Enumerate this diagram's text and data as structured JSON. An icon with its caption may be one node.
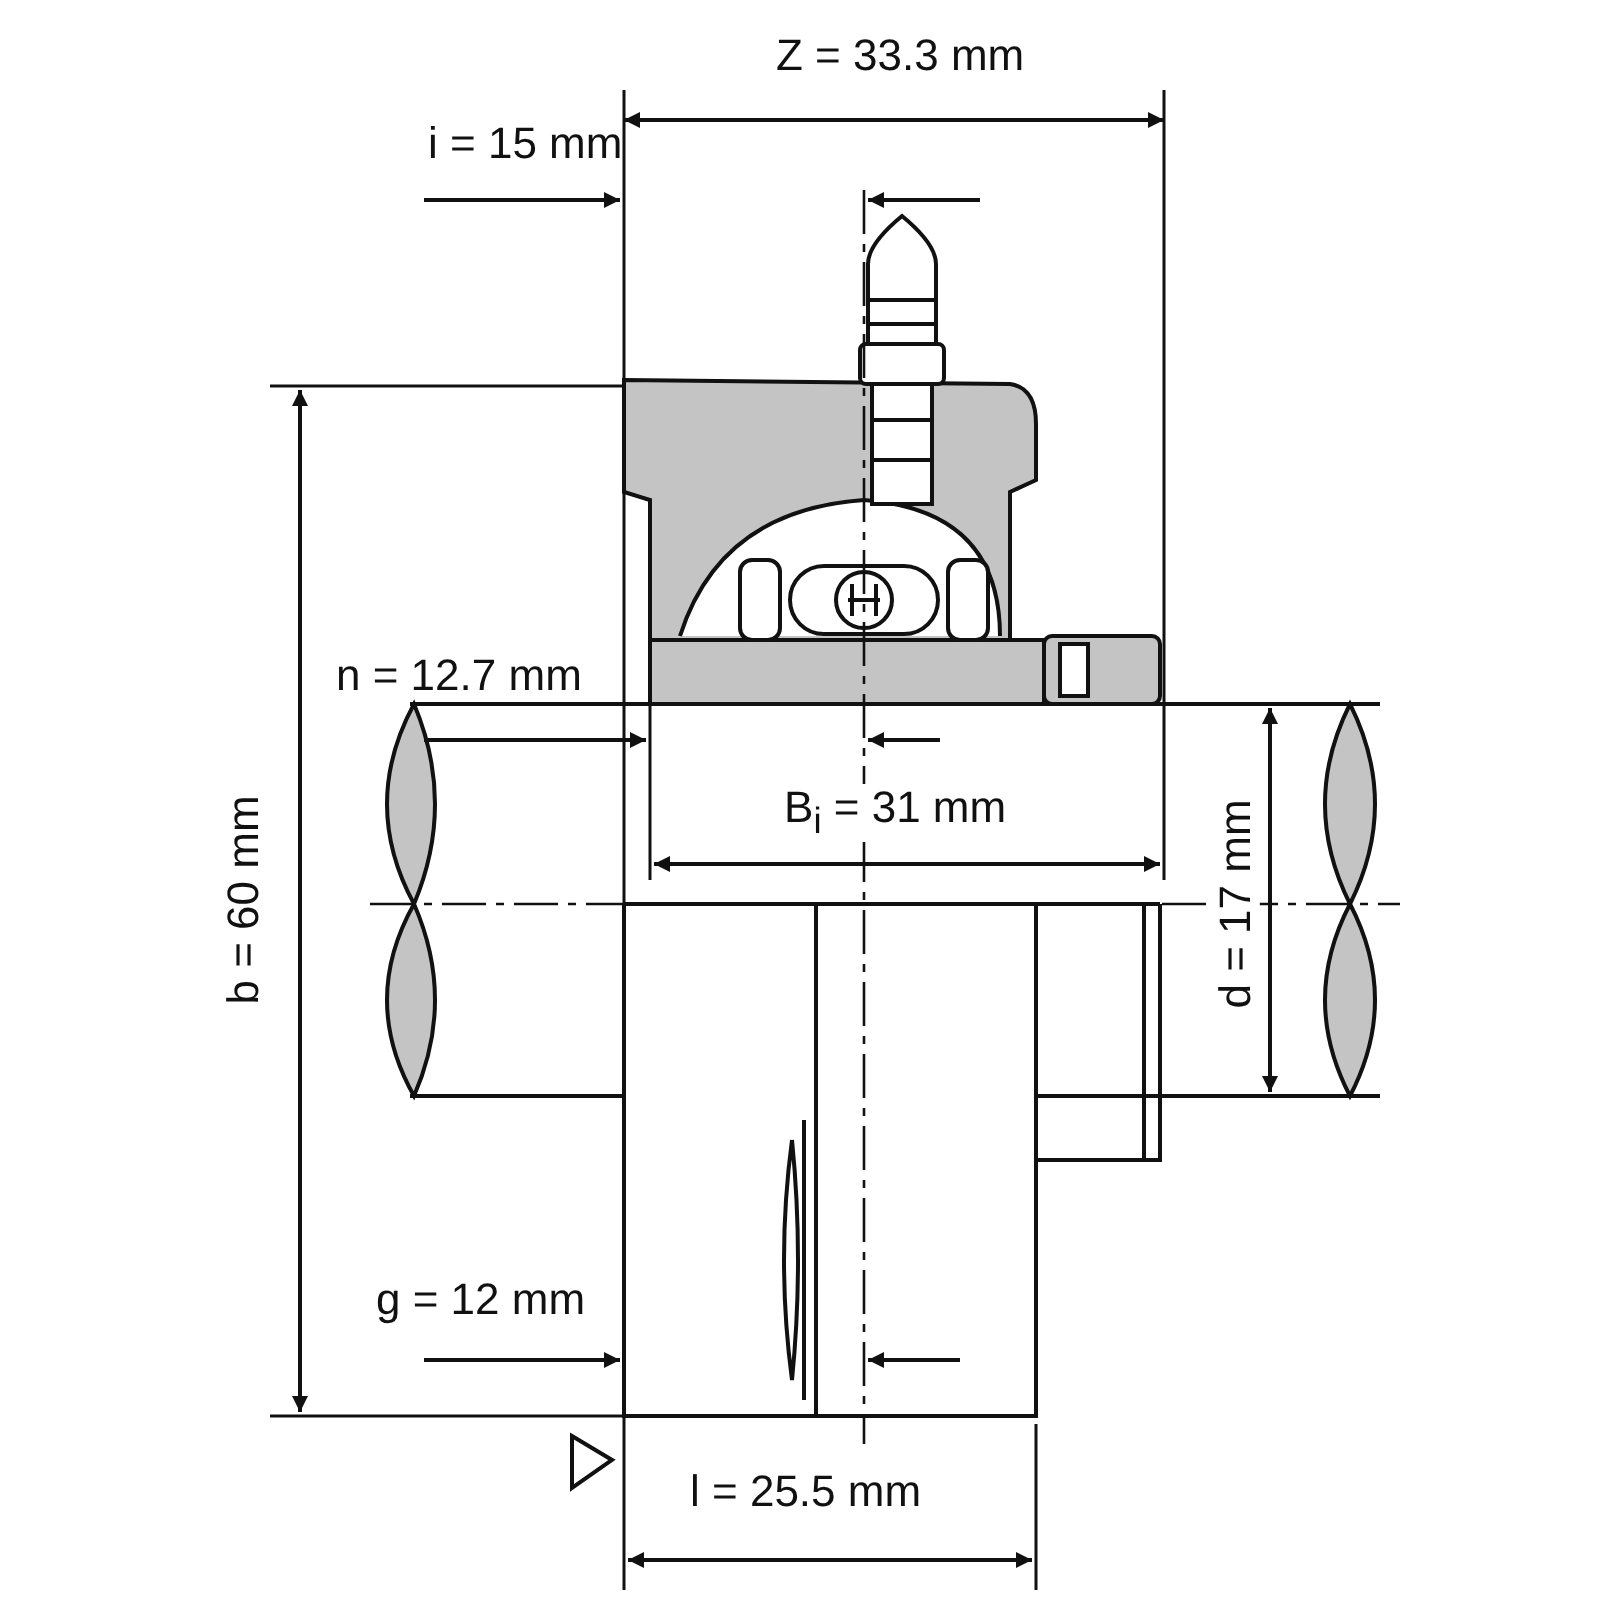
{
  "diagram": {
    "labels": [
      "Z = 33.3 mm",
      "i = 15 mm",
      "n = 12.7 mm",
      "B$_{i}$ = 31 mm",
      "b = 60 mm",
      "d = 17 mm",
      "g = 12 mm",
      "l = 25.5 mm"
    ]
  }
}
